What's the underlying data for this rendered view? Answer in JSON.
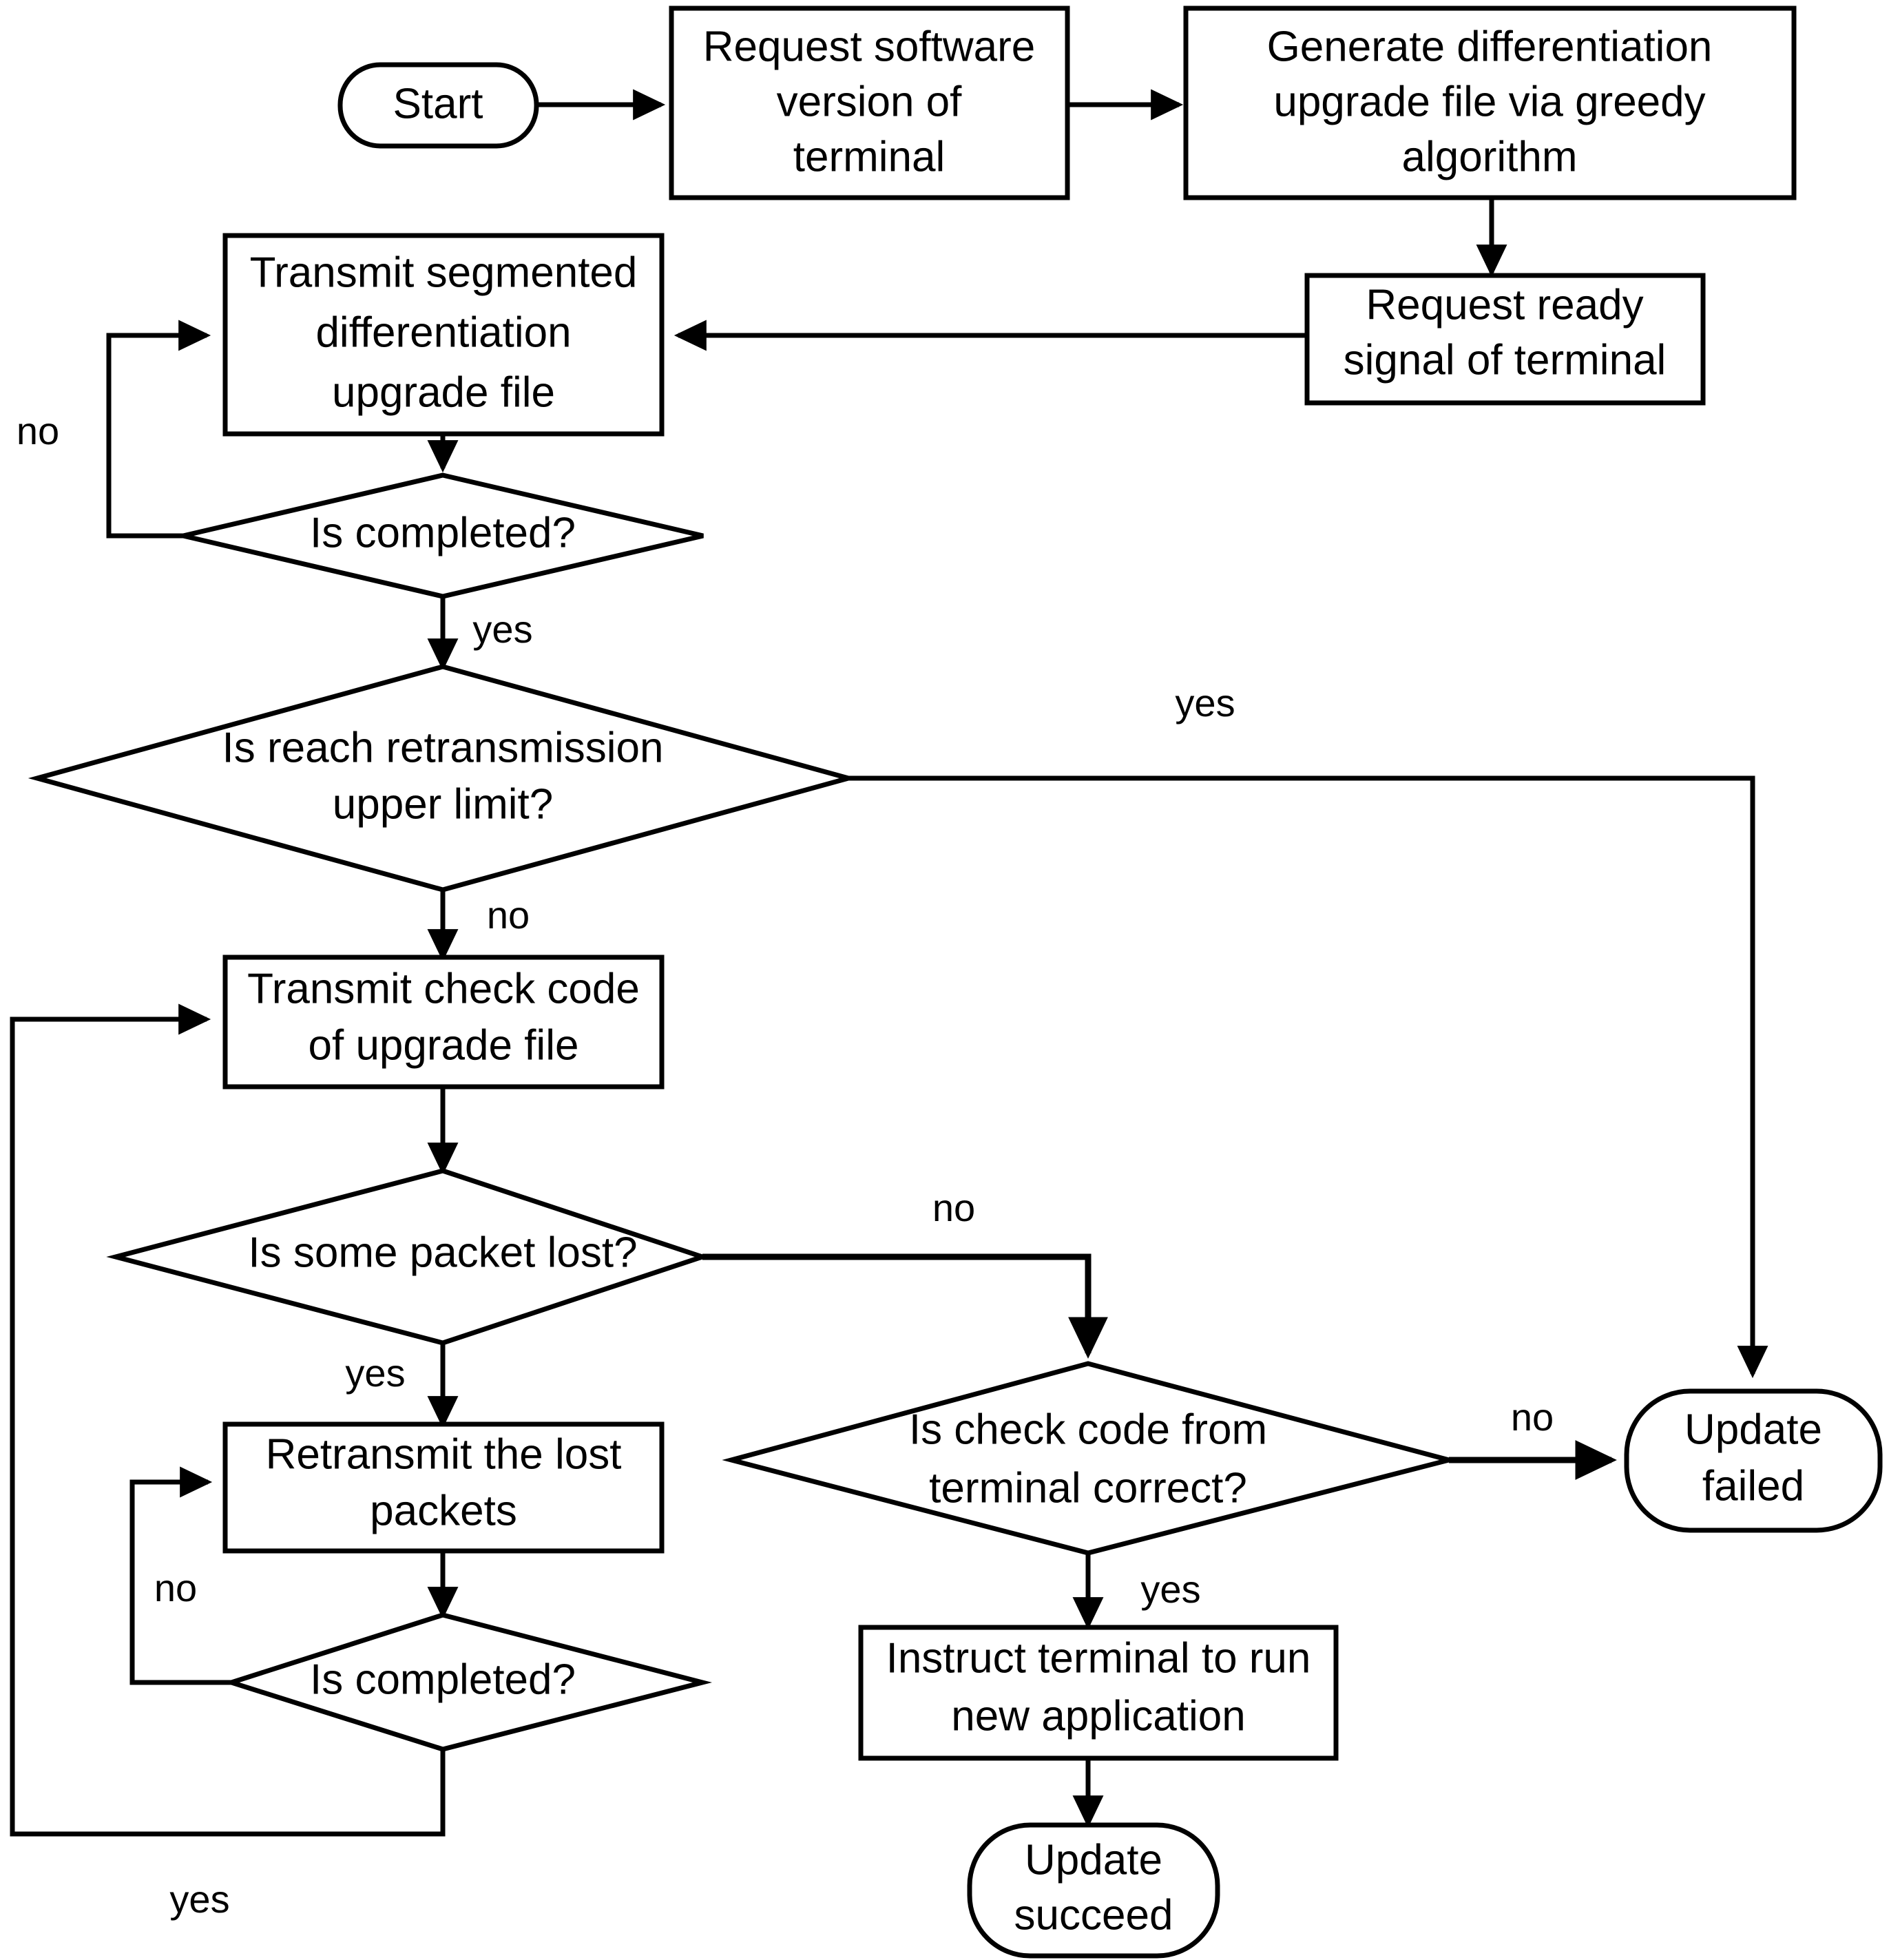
{
  "diagram": {
    "title": "Terminal differentiation upgrade flowchart",
    "colors": {
      "background": "#ffffff",
      "stroke": "#000000",
      "fill": "#ffffff",
      "text": "#000000"
    },
    "nodes": {
      "start": {
        "shape": "terminator",
        "label": "Start"
      },
      "request_version": {
        "shape": "process",
        "line1": "Request  software",
        "line2": "version of",
        "line3": "terminal"
      },
      "generate_file": {
        "shape": "process",
        "line1": "Generate differentiation",
        "line2": "upgrade file via greedy",
        "line3": "algorithm"
      },
      "request_ready": {
        "shape": "process",
        "line1": "Request ready",
        "line2": "signal of terminal"
      },
      "transmit_segmented": {
        "shape": "process",
        "line1": "Transmit segmented",
        "line2": "differentiation",
        "line3": "upgrade file"
      },
      "is_completed_1": {
        "shape": "decision",
        "label": "Is completed?"
      },
      "is_reach_limit": {
        "shape": "decision",
        "line1": "Is reach retransmission",
        "line2": "upper limit?"
      },
      "transmit_check_code": {
        "shape": "process",
        "line1": "Transmit check code",
        "line2": "of upgrade file"
      },
      "is_packet_lost": {
        "shape": "decision",
        "label": "Is some packet lost?"
      },
      "retransmit_lost": {
        "shape": "process",
        "line1": "Retransmit the lost",
        "line2": "packets"
      },
      "is_completed_2": {
        "shape": "decision",
        "label": "Is completed?"
      },
      "is_check_code_correct": {
        "shape": "decision",
        "line1": "Is check code from",
        "line2": "terminal correct?"
      },
      "instruct_run": {
        "shape": "process",
        "line1": "Instruct terminal to run",
        "line2": "new application"
      },
      "update_failed": {
        "shape": "terminator",
        "line1": "Update",
        "line2": "failed"
      },
      "update_succeed": {
        "shape": "terminator",
        "line1": "Update",
        "line2": "succeed"
      }
    },
    "edge_labels": {
      "is_completed_1_no": "no",
      "is_completed_1_yes": "yes",
      "is_reach_limit_yes": "yes",
      "is_reach_limit_no": "no",
      "is_packet_lost_no": "no",
      "is_packet_lost_yes": "yes",
      "is_completed_2_no": "no",
      "is_completed_2_yes": "yes",
      "is_check_code_no": "no",
      "is_check_code_yes": "yes"
    }
  }
}
